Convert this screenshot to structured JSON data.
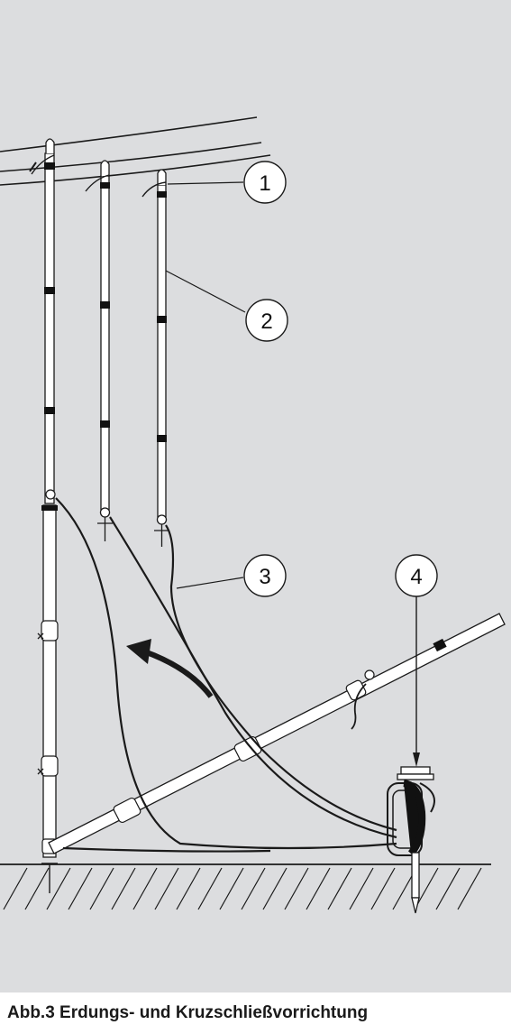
{
  "callouts": [
    {
      "id": 1,
      "label": "1"
    },
    {
      "id": 2,
      "label": "2"
    },
    {
      "id": 3,
      "label": "3"
    },
    {
      "id": 4,
      "label": "4"
    }
  ],
  "caption": "Abb.3 Erdungs- und Kruzschließvorrichtung",
  "colors": {
    "background": "#dcdddf",
    "line": "#1a1a1a",
    "rod": "#ffffff",
    "band": "#111111"
  }
}
